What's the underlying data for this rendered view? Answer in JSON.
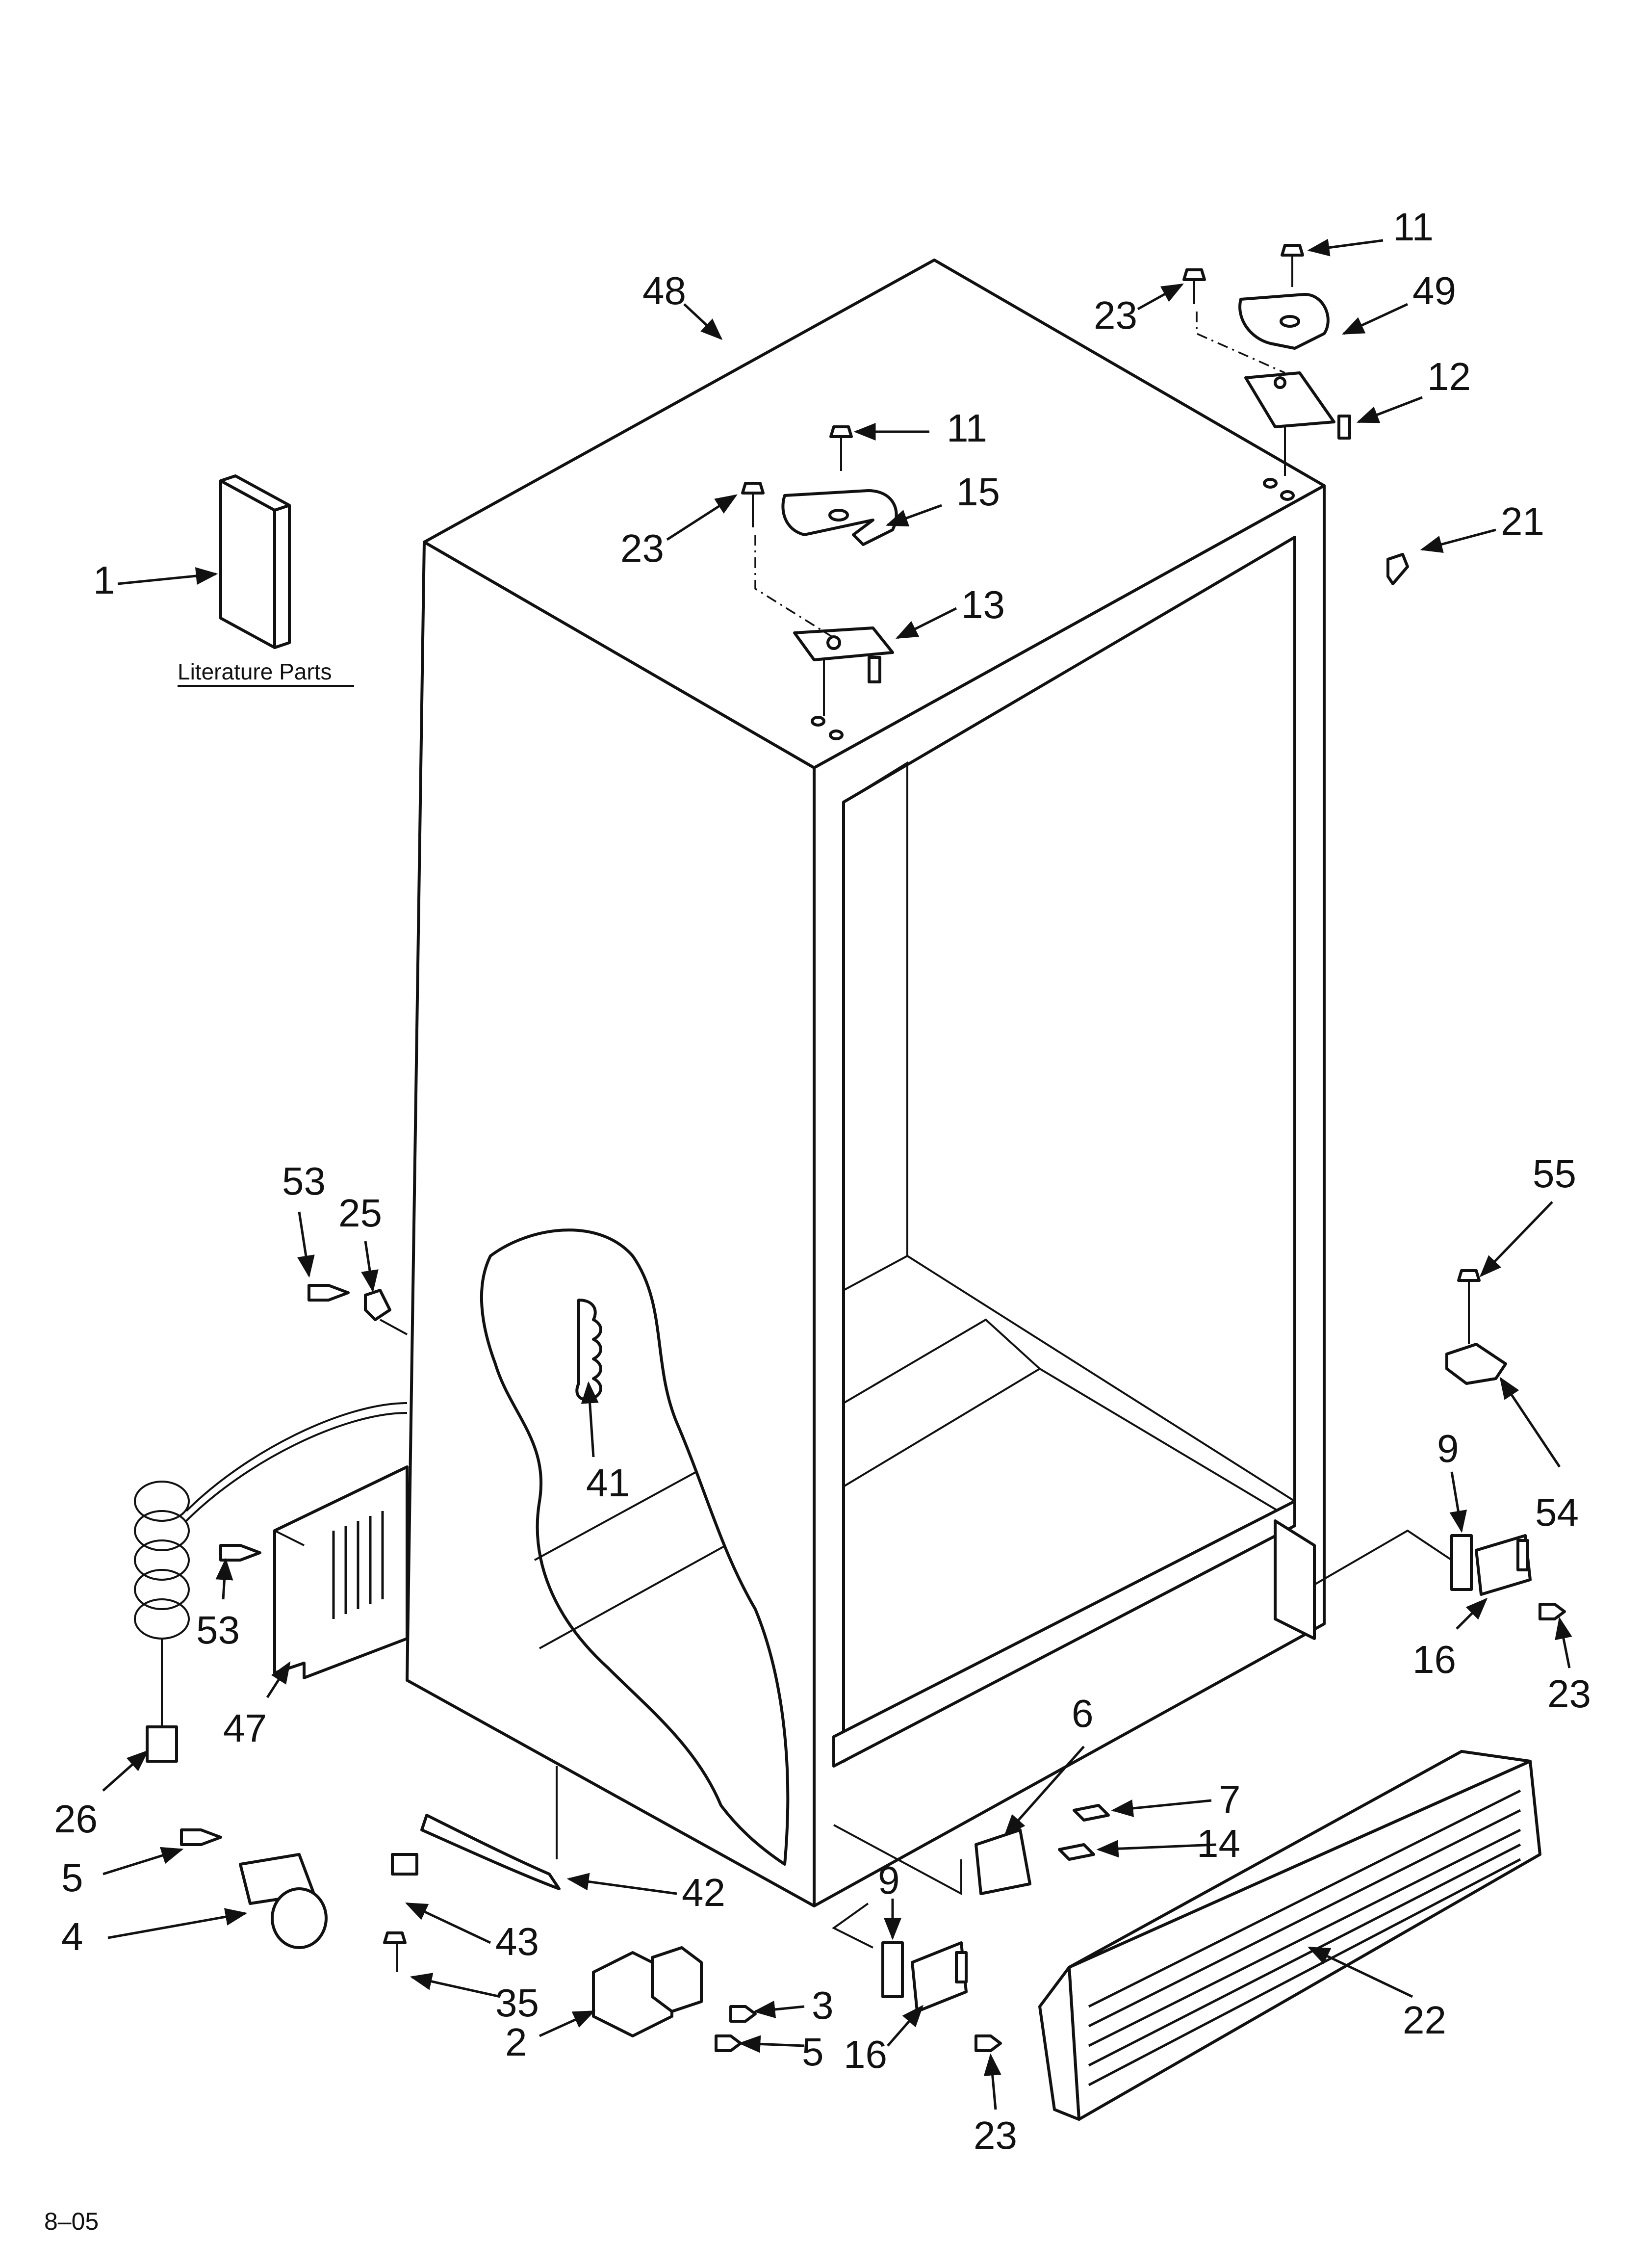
{
  "diagram": {
    "literature_caption": "Literature Parts",
    "revision_code": "8–05",
    "callouts": [
      "1",
      "48",
      "11",
      "23",
      "15",
      "13",
      "11",
      "23",
      "49",
      "12",
      "21",
      "53",
      "25",
      "41",
      "53",
      "47",
      "26",
      "5",
      "4",
      "43",
      "35",
      "42",
      "2",
      "3",
      "5",
      "9",
      "16",
      "23",
      "6",
      "7",
      "14",
      "22",
      "55",
      "54",
      "9",
      "16",
      "23"
    ]
  }
}
